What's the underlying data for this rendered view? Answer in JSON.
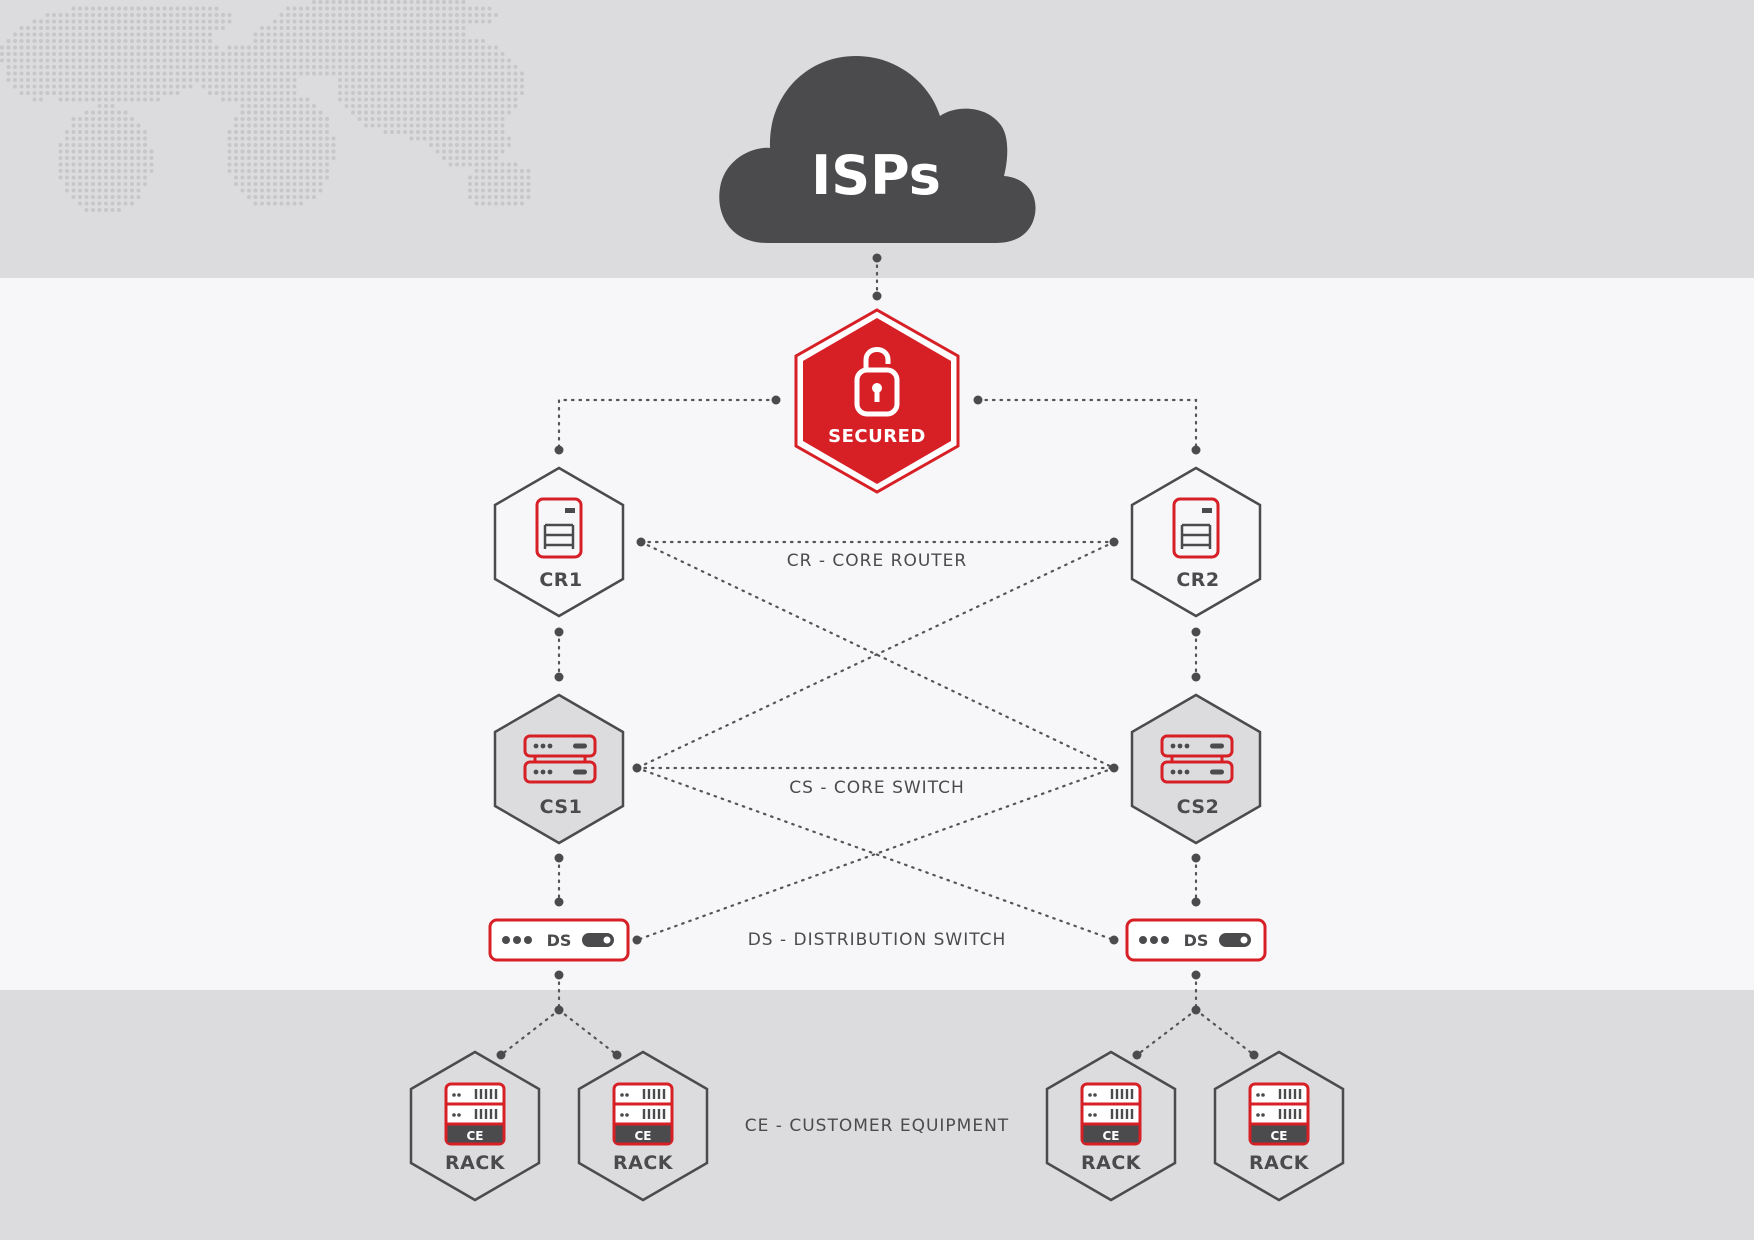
{
  "cloud": {
    "label": "ISPs"
  },
  "firewall": {
    "label": "SECURED"
  },
  "core_routers": {
    "left": "CR1",
    "right": "CR2",
    "legend": "CR - CORE ROUTER"
  },
  "core_switches": {
    "left": "CS1",
    "right": "CS2",
    "legend": "CS - CORE SWITCH"
  },
  "distribution_switches": {
    "left": "DS",
    "right": "DS",
    "legend": "DS - DISTRIBUTION SWITCH"
  },
  "customer_equipment": {
    "legend": "CE - CUSTOMER EQUIPMENT",
    "badge": "CE",
    "racks": [
      "RACK",
      "RACK",
      "RACK",
      "RACK"
    ]
  },
  "colors": {
    "accent_red": "#d71f26",
    "dark_gray": "#4b4b4d",
    "band_gray": "#dcdcde",
    "background": "#f7f7f9"
  },
  "icons": [
    "world-map",
    "cloud-icon",
    "padlock-icon",
    "router-icon",
    "switch-icon",
    "ds-toggle-icon",
    "rack-server-icon"
  ]
}
